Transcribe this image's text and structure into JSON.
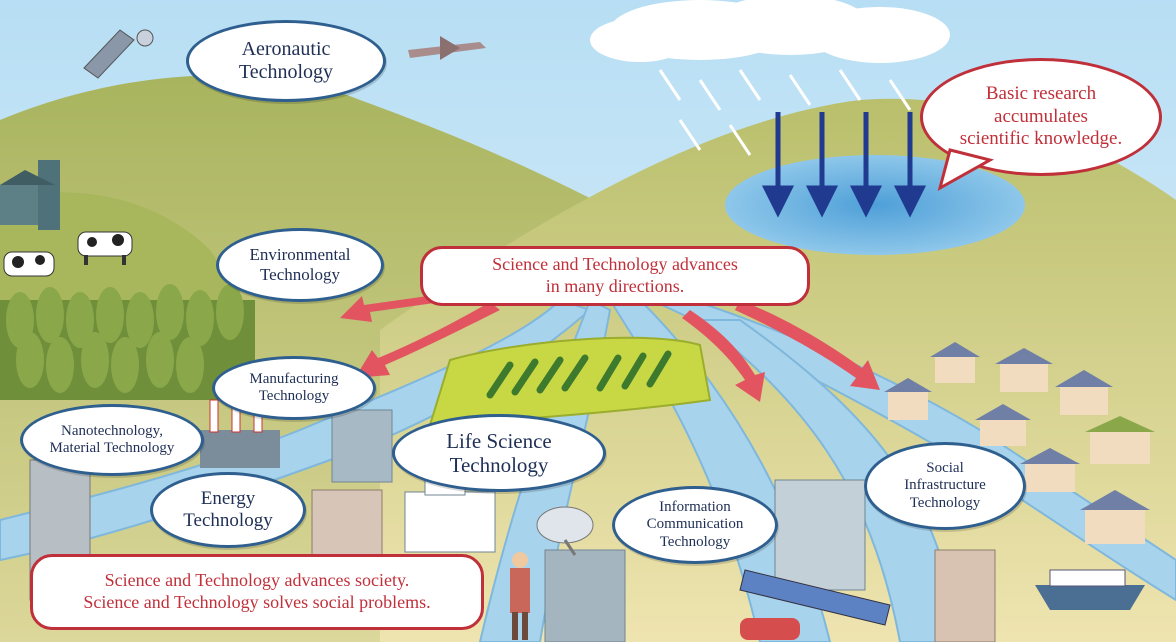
{
  "colors": {
    "sky": "#cfe9f7",
    "hill": "#c2c277",
    "river": "#9fcde8",
    "arrow_red": "#e25560",
    "arrow_blue": "#1f3a8f",
    "bubble_border": "#2f5f8f",
    "callout_border": "#c0303a"
  },
  "labels": {
    "aeronautic": "Aeronautic\nTechnology",
    "environmental": "Environmental\nTechnology",
    "manufacturing": "Manufacturing\nTechnology",
    "nano": "Nanotechnology,\nMaterial Technology",
    "energy": "Energy\nTechnology",
    "life_science": "Life Science\nTechnology",
    "information": "Information\nCommunication\nTechnology",
    "social_infra": "Social\nInfrastructure\nTechnology"
  },
  "callouts": {
    "basic_research": "Basic research\naccumulates\nscientific knowledge.",
    "advances": "Science and Technology advances\nin many directions.",
    "society": "Science and Technology advances society.\nScience and Technology solves social problems."
  },
  "icons": [
    "satellite-icon",
    "airplane-icon",
    "cloud-icon",
    "rain-icon",
    "barn-icon",
    "cow-icon",
    "forest-icon",
    "factory-icon",
    "building-icon",
    "hospital-icon",
    "rice-field-icon",
    "satellite-dish-icon",
    "train-icon",
    "car-icon",
    "ship-icon",
    "house-icon",
    "person-icon"
  ]
}
